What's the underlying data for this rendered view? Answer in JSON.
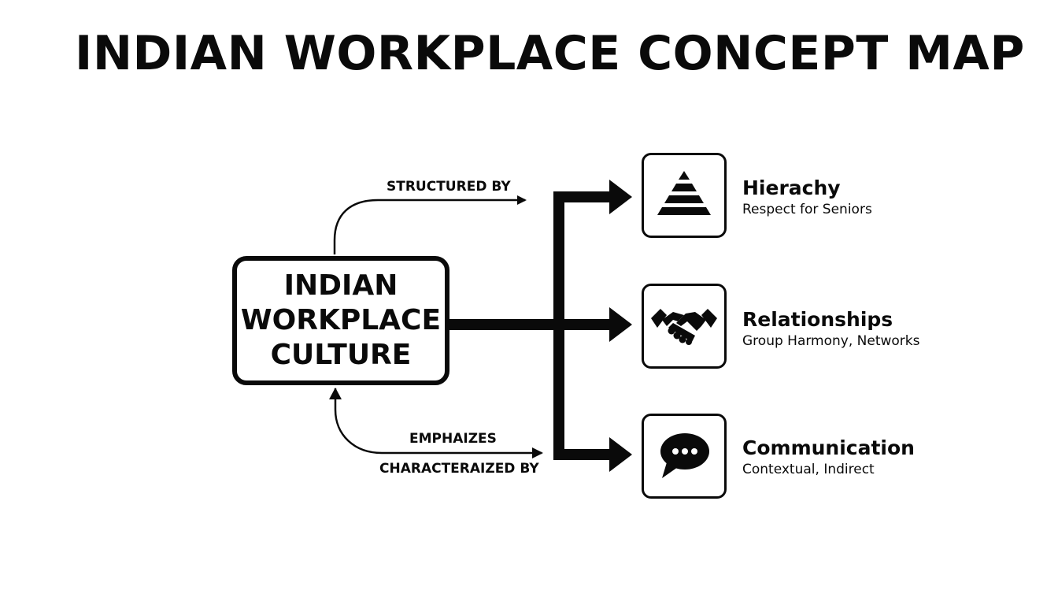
{
  "title": "INDIAN WORKPLACE CONCEPT MAP",
  "central_node": {
    "lines": [
      "INDIAN",
      "WORKPLACE",
      "CULTURE"
    ]
  },
  "edge_labels": {
    "structured_by": "STRUCTURED BY",
    "emphasizes": "EMPHAIZES",
    "characterized_by": "CHARACTERAIZED BY"
  },
  "concepts": [
    {
      "title": "Hierachy",
      "subtitle": "Respect for Seniors",
      "icon": "pyramid-icon"
    },
    {
      "title": "Relationships",
      "subtitle": "Group Harmony, Networks",
      "icon": "handshake-icon"
    },
    {
      "title": "Communication",
      "subtitle": "Contextual, Indirect",
      "icon": "speech-bubble-icon"
    }
  ],
  "colors": {
    "ink": "#0a0a0a",
    "background": "#ffffff"
  }
}
